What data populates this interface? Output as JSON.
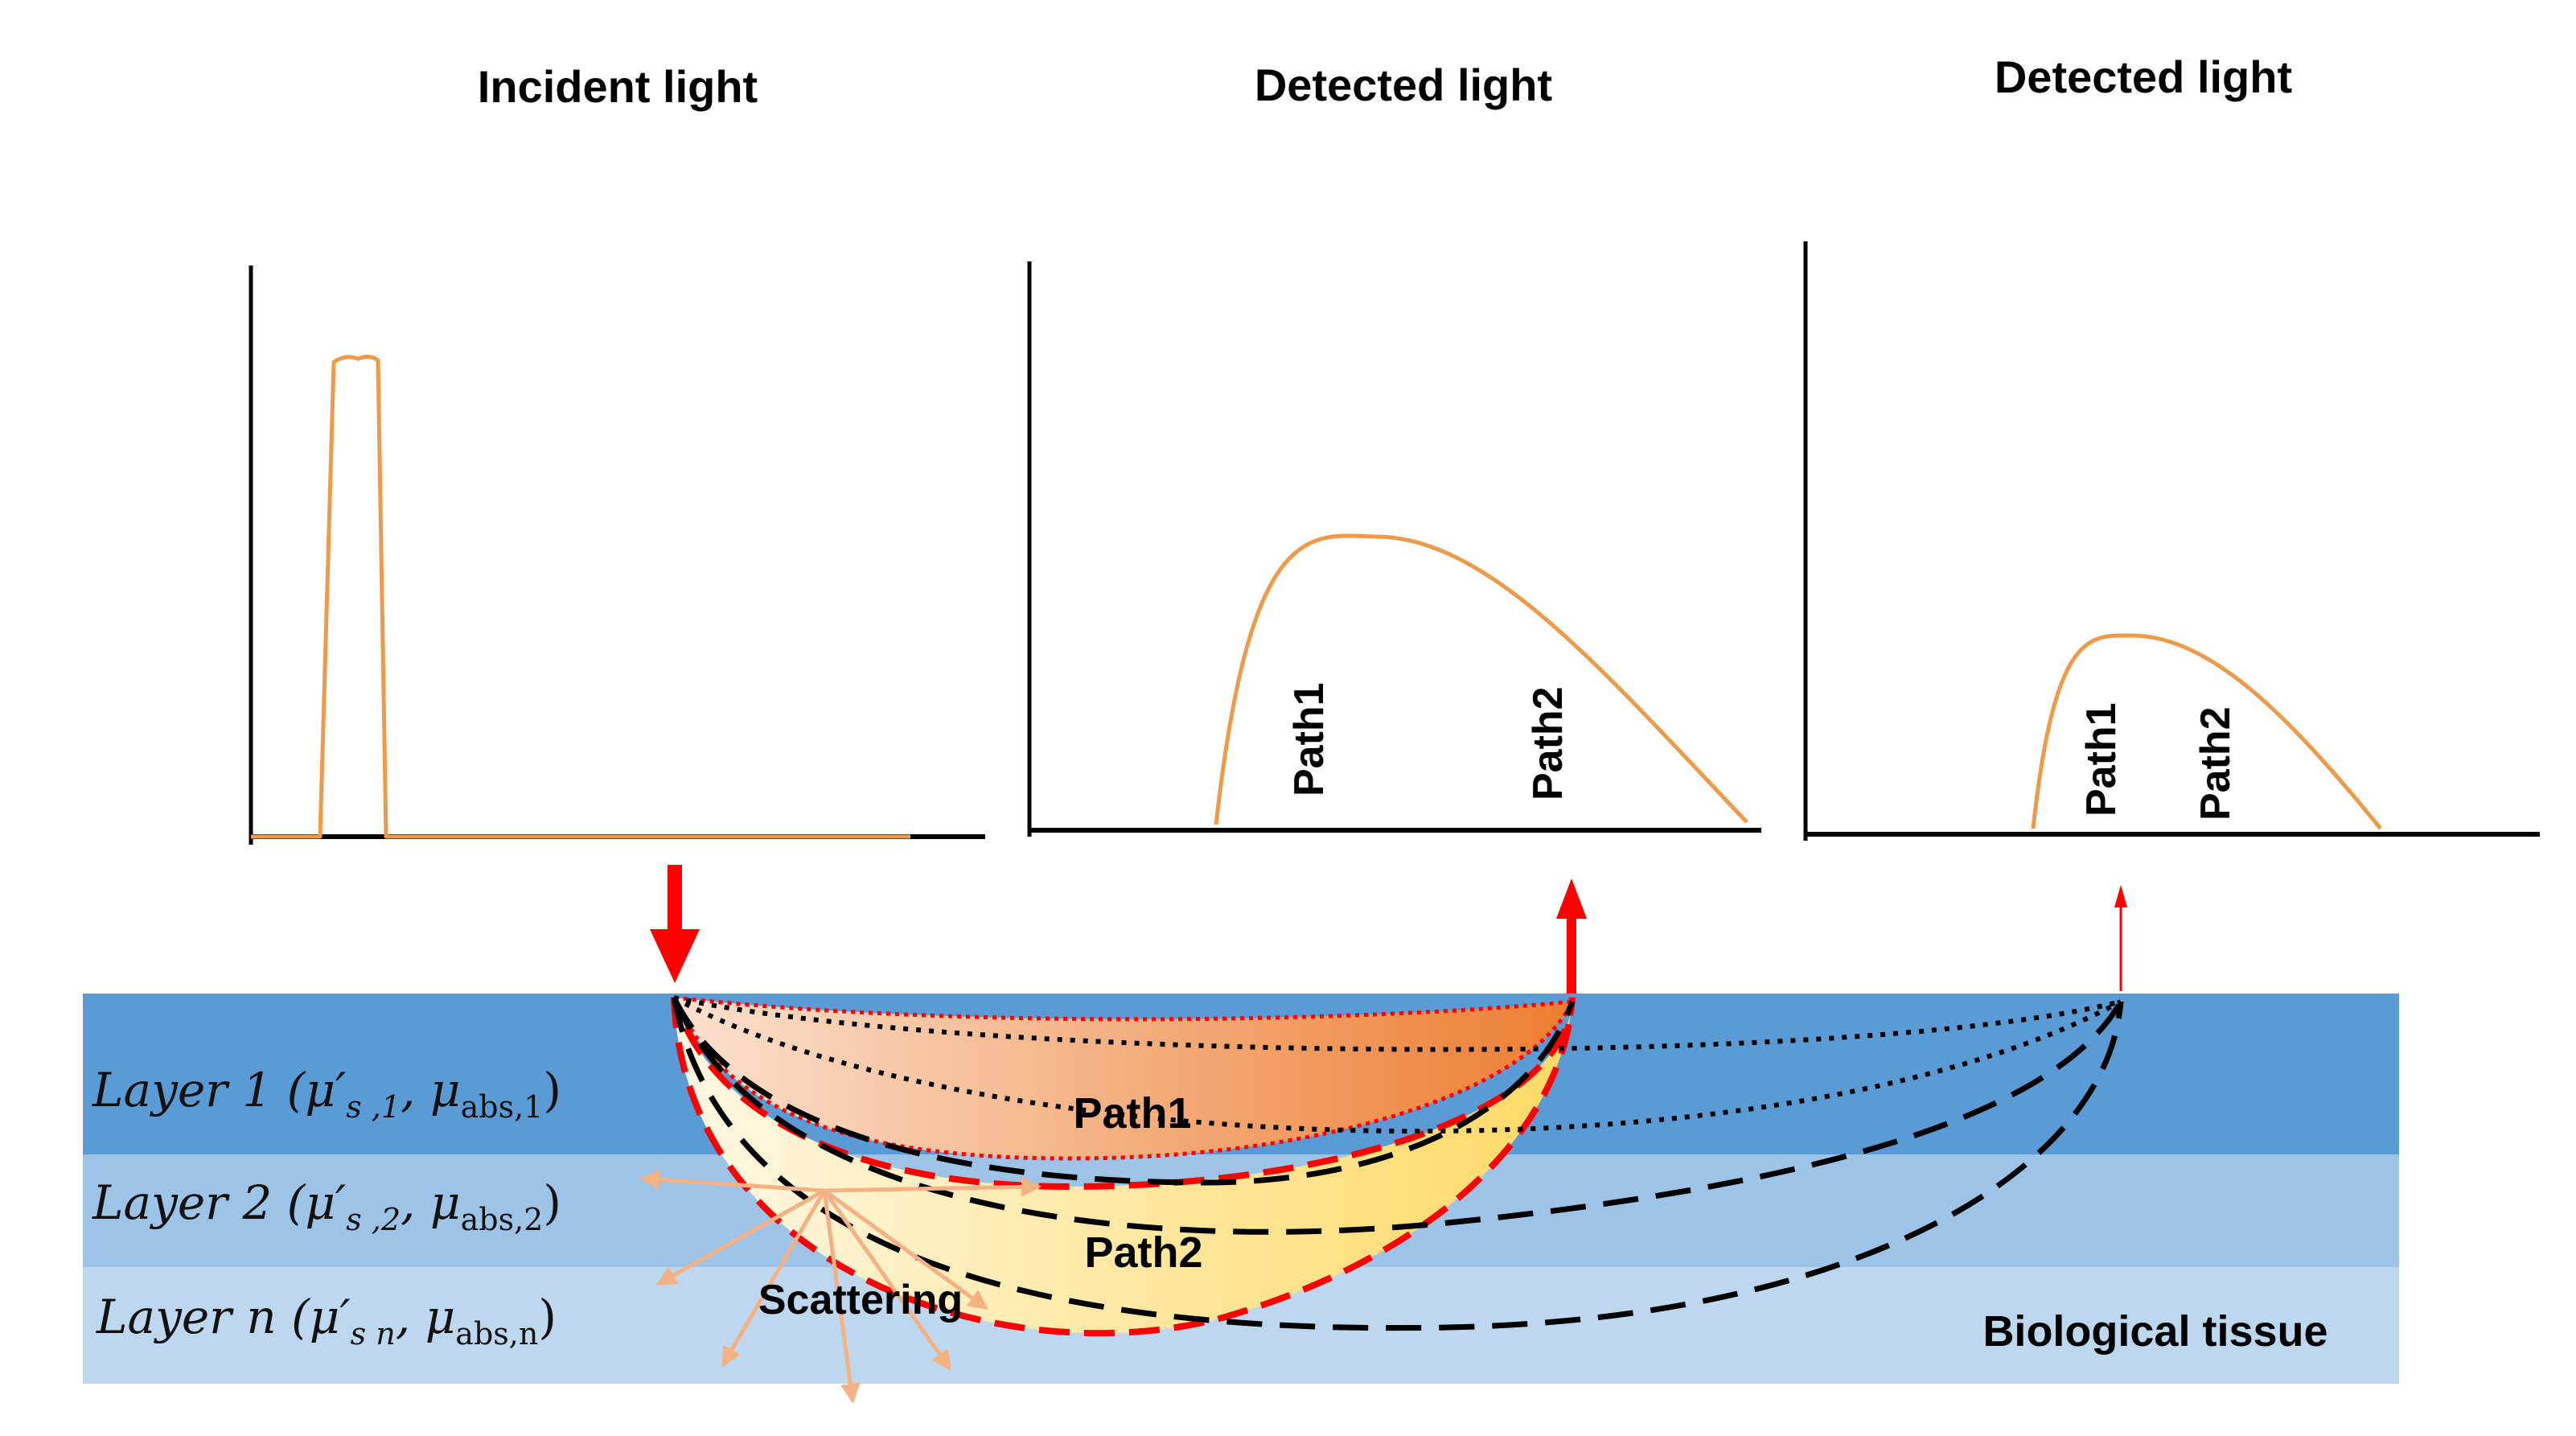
{
  "titles": {
    "incident": "Incident light",
    "detected_1": "Detected light",
    "detected_2": "Detected light"
  },
  "plot_labels": {
    "p2_path1": "Path1",
    "p2_path2": "Path2",
    "p3_path1": "Path1",
    "p3_path2": "Path2"
  },
  "tissue": {
    "layer1": {
      "prefix": "Layer 1 (",
      "mu_s": "μ′",
      "sub_s": "s ,1",
      "mu_a": "μ",
      "sub_a": "abs,1",
      "suffix": ")"
    },
    "layer2": {
      "prefix": "Layer 2 (",
      "mu_s": "μ′",
      "sub_s": "s ,2",
      "mu_a": "μ",
      "sub_a": "abs,2",
      "suffix": ")"
    },
    "layern": {
      "prefix": "Layer n (",
      "mu_s": "μ′",
      "sub_s": "s n",
      "mu_a": "μ",
      "sub_a": "abs,n",
      "suffix": ")"
    },
    "path1_label": "Path1",
    "path2_label": "Path2",
    "scattering_label": "Scattering",
    "tissue_label": "Biological tissue"
  },
  "colors": {
    "layer1": "#5b9bd5",
    "layer2": "#9dc3e6",
    "layern": "#bdd7ee",
    "curve": "#ed9a4a",
    "arrow": "#ff0000",
    "path1_fill": "#ed7d31",
    "path2_fill": "#ffe699"
  }
}
